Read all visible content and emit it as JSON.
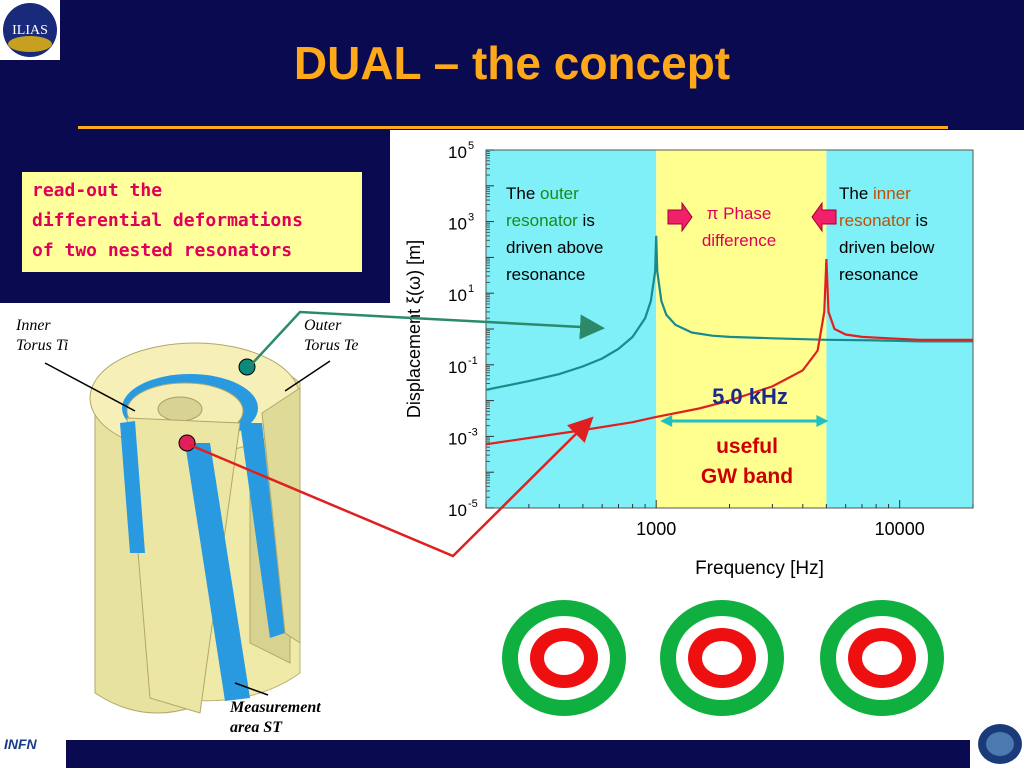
{
  "slide": {
    "title": "DUAL – the concept",
    "readout_text": "read-out the\ndifferential deformations\nof two nested resonators",
    "logo_text": "ILIAS",
    "footer_logo_text": "INFN",
    "colors": {
      "background": "#0a0a50",
      "title": "#ffa91a",
      "readout_text": "#e0005a",
      "readout_bg": "#ffff9c"
    }
  },
  "diagram": {
    "inner_torus_label": "Inner\nTorus Ti",
    "outer_torus_label": "Outer\nTorus Te",
    "measurement_label": "Measurement\narea ST"
  },
  "chart_data": {
    "type": "line",
    "xlabel": "Frequency [Hz]",
    "ylabel": "Displacement ξ(ω) [m]",
    "x_scale": "log",
    "y_scale": "log",
    "xlim": [
      200,
      20000
    ],
    "ylim": [
      1e-05,
      100000
    ],
    "x_ticks": [
      1000,
      10000
    ],
    "x_tick_labels": [
      "1000",
      "10000"
    ],
    "y_ticks": [
      1e-05,
      0.001,
      0.1,
      10,
      1000,
      100000
    ],
    "y_tick_labels": [
      "10",
      "10",
      "10",
      "10",
      "10",
      "10"
    ],
    "y_tick_exponents": [
      "-5",
      "-3",
      "-1",
      "1",
      "3",
      "5"
    ],
    "bands": [
      {
        "from": 200,
        "to": 1000,
        "color": "#7ff0f8"
      },
      {
        "from": 1000,
        "to": 5000,
        "color": "#ffff90"
      },
      {
        "from": 5000,
        "to": 20000,
        "color": "#7ff0f8"
      }
    ],
    "series": [
      {
        "color": "#1a8a8a",
        "x": [
          200,
          300,
          400,
          500,
          600,
          700,
          800,
          900,
          950,
          990,
          1000,
          1010,
          1050,
          1100,
          1200,
          1400,
          1700,
          2000,
          3000,
          5000,
          8000,
          12000,
          20000
        ],
        "y": [
          0.02,
          0.035,
          0.055,
          0.09,
          0.15,
          0.28,
          0.6,
          2,
          6,
          40,
          400,
          40,
          6,
          2.5,
          1.3,
          0.8,
          0.65,
          0.6,
          0.55,
          0.5,
          0.48,
          0.45,
          0.45
        ]
      },
      {
        "color": "#e02020",
        "x": [
          200,
          300,
          500,
          800,
          1000,
          1500,
          2000,
          3000,
          4000,
          4600,
          4900,
          5000,
          5100,
          5400,
          6000,
          7000,
          9000,
          12000,
          20000
        ],
        "y": [
          0.0006,
          0.0009,
          0.0015,
          0.0025,
          0.0035,
          0.006,
          0.01,
          0.025,
          0.07,
          0.25,
          3,
          90,
          3,
          1,
          0.7,
          0.6,
          0.55,
          0.5,
          0.5
        ]
      }
    ],
    "annotations": {
      "outer_prefix": "The ",
      "outer_word": "outer",
      "outer_res": "resonator",
      "outer_is": " is",
      "outer_line3": "driven above",
      "outer_line4": "resonance",
      "inner_prefix": "The ",
      "inner_word": "inner",
      "inner_res": "resonator",
      "inner_is": " is",
      "inner_line3": "driven below",
      "inner_line4": "resonance",
      "phase_line1": "π Phase",
      "phase_line2": "difference",
      "band_width": "5.0 kHz",
      "band_label1": "useful",
      "band_label2": "GW band"
    },
    "annotation_colors": {
      "outer": "#1a8a1a",
      "inner": "#c05000",
      "phase": "#e0005a",
      "band_width": "#1a2a8a",
      "band_label": "#cc0000",
      "band_arrow": "#20c0c0"
    }
  },
  "phase_rings": {
    "outer_color": "#10b040",
    "inner_color": "#ee1010",
    "count": 3
  }
}
